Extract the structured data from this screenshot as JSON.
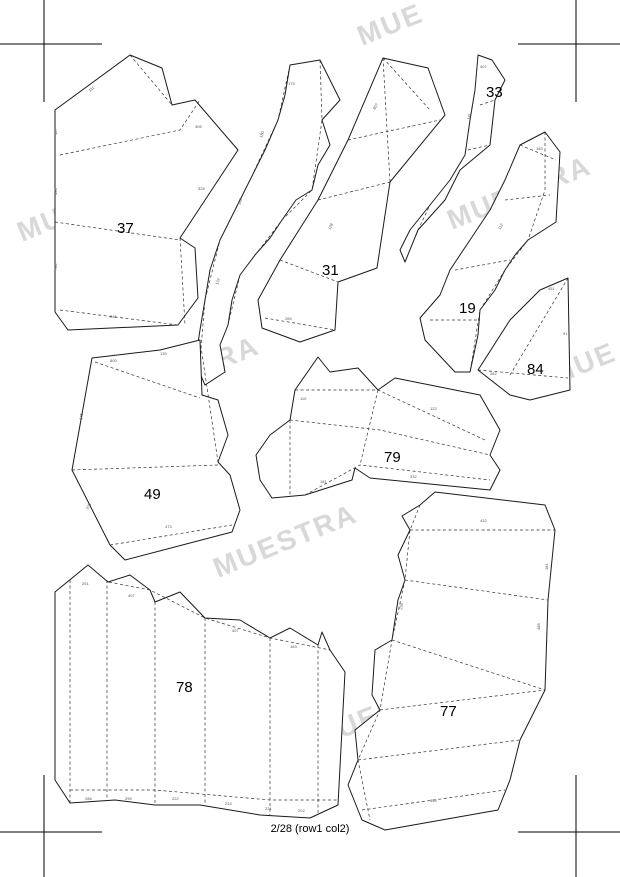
{
  "footer": "2/28 (row1 col2)",
  "watermark": "MUESTRA",
  "watermark_partial": "MUE",
  "pieces": [
    {
      "id": "piece-37",
      "label": "37"
    },
    {
      "id": "piece-31",
      "label": "31"
    },
    {
      "id": "piece-33",
      "label": "33"
    },
    {
      "id": "piece-19",
      "label": "19"
    },
    {
      "id": "piece-84",
      "label": "84"
    },
    {
      "id": "piece-49",
      "label": "49"
    },
    {
      "id": "piece-79",
      "label": "79"
    },
    {
      "id": "piece-78",
      "label": "78"
    },
    {
      "id": "piece-77",
      "label": "77"
    }
  ],
  "colors": {
    "line": "#1a1a1a",
    "fold": "#333333",
    "watermark": "#d8d8d8"
  }
}
